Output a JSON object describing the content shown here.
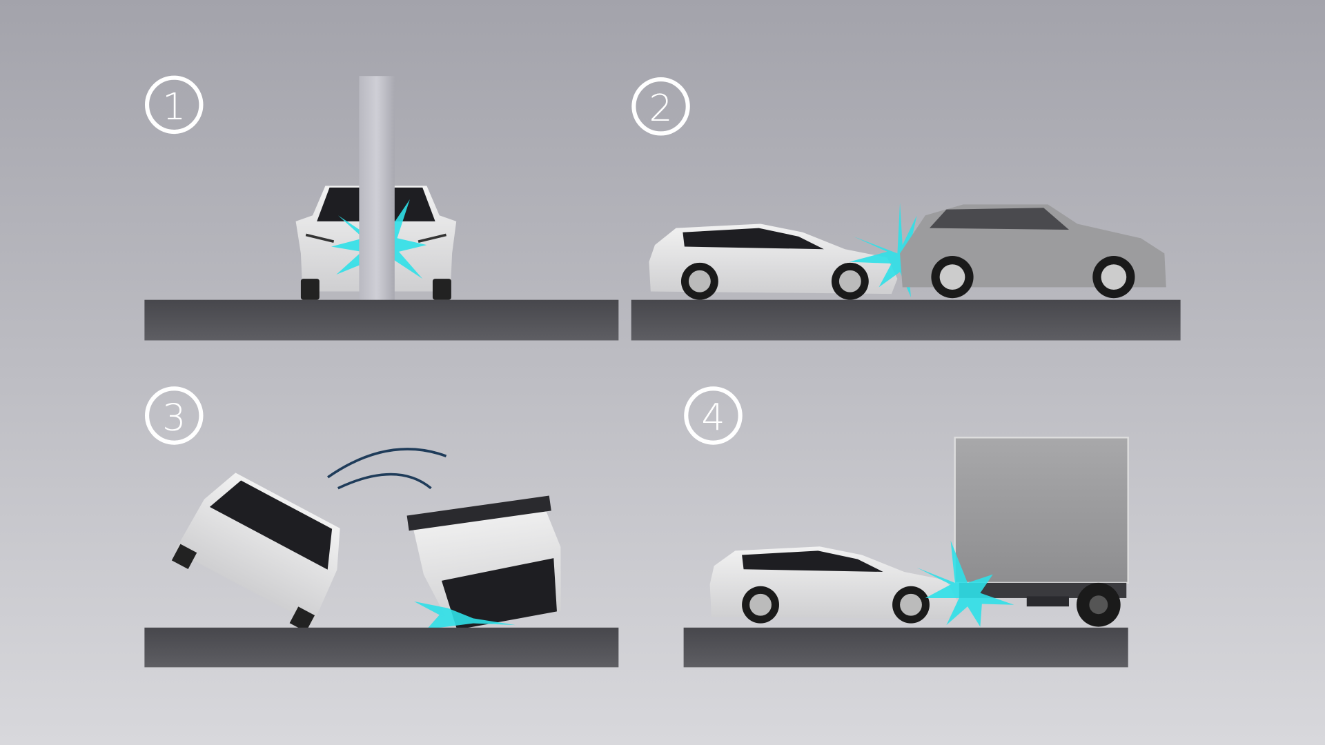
{
  "scenarios": [
    {
      "number": "1",
      "scene": "pole-impact"
    },
    {
      "number": "2",
      "scene": "rear-end-collision"
    },
    {
      "number": "3",
      "scene": "rollover"
    },
    {
      "number": "4",
      "scene": "truck-underride"
    }
  ],
  "colors": {
    "platform": "#545459",
    "impact": "#2fe0e8",
    "car_body": "#e6e6e6",
    "suv_body": "#9a9a9c",
    "glass": "#1e1e22",
    "motion_lines": "#1f3c5a"
  }
}
